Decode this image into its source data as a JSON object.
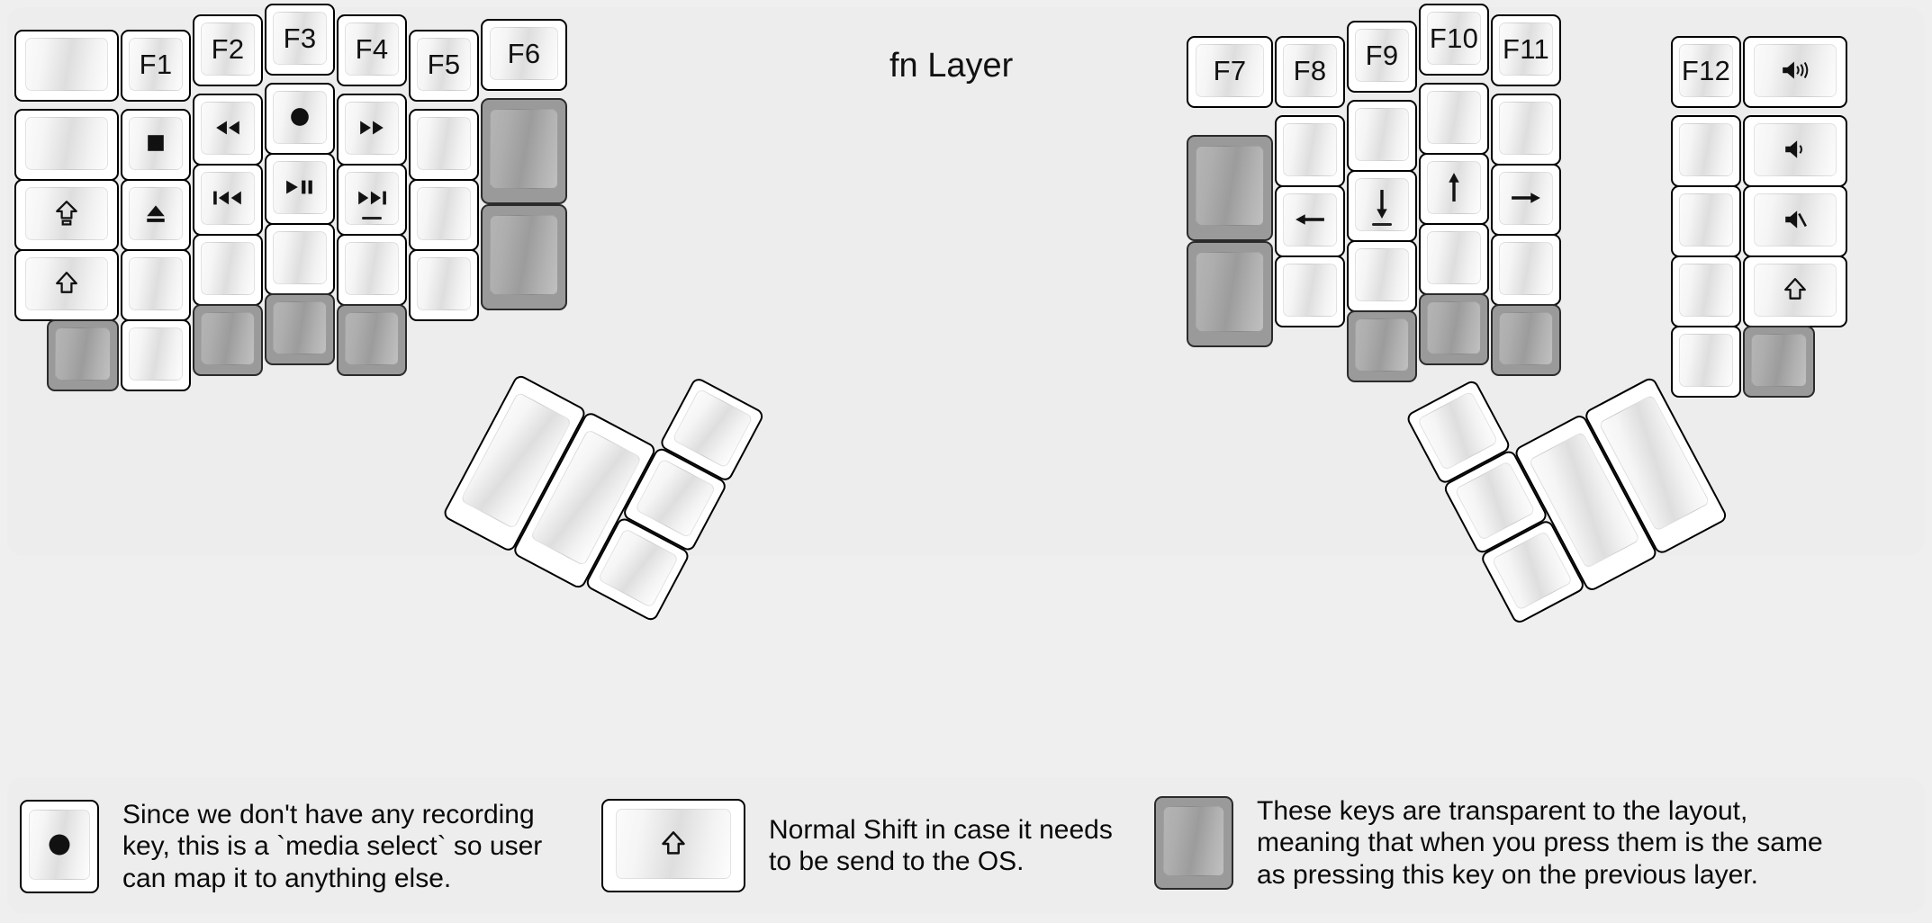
{
  "title": "fn Layer",
  "colors": {
    "background": "#efefef",
    "panel": "#ededed",
    "key_face": "#ffffff",
    "key_border": "#000000",
    "transparent_key": "#9a9a9a"
  },
  "keyboard": {
    "name": "split-ergonomic-keyboard",
    "left_half": {
      "columns": [
        {
          "name": "col-outer-left",
          "keys": [
            {
              "label": "",
              "icon": "",
              "type": "blank"
            },
            {
              "label": "",
              "icon": "",
              "type": "blank"
            },
            {
              "label": "",
              "icon": "caps-lock-shift-icon",
              "type": "glyph"
            },
            {
              "label": "",
              "icon": "shift-icon",
              "type": "glyph"
            },
            {
              "label": "",
              "icon": "",
              "type": "transparent"
            }
          ]
        },
        {
          "name": "col-f1",
          "keys": [
            {
              "label": "F1",
              "icon": "",
              "type": "text"
            },
            {
              "label": "",
              "icon": "media-stop-icon",
              "type": "glyph"
            },
            {
              "label": "",
              "icon": "eject-icon",
              "type": "glyph"
            },
            {
              "label": "",
              "icon": "",
              "type": "blank"
            },
            {
              "label": "",
              "icon": "",
              "type": "blank"
            }
          ]
        },
        {
          "name": "col-f2",
          "keys": [
            {
              "label": "F2",
              "icon": "",
              "type": "text"
            },
            {
              "label": "",
              "icon": "rewind-icon",
              "type": "glyph"
            },
            {
              "label": "",
              "icon": "previous-track-icon",
              "type": "glyph"
            },
            {
              "label": "",
              "icon": "",
              "type": "blank"
            },
            {
              "label": "",
              "icon": "",
              "type": "transparent"
            }
          ]
        },
        {
          "name": "col-f3",
          "keys": [
            {
              "label": "F3",
              "icon": "",
              "type": "text"
            },
            {
              "label": "",
              "icon": "record-icon",
              "type": "glyph"
            },
            {
              "label": "",
              "icon": "play-pause-icon",
              "type": "glyph"
            },
            {
              "label": "",
              "icon": "",
              "type": "blank"
            },
            {
              "label": "",
              "icon": "",
              "type": "transparent"
            }
          ]
        },
        {
          "name": "col-f4",
          "keys": [
            {
              "label": "F4",
              "icon": "",
              "type": "text"
            },
            {
              "label": "",
              "icon": "fast-forward-icon",
              "type": "glyph"
            },
            {
              "label": "",
              "icon": "next-track-icon",
              "type": "glyph",
              "homing": true
            },
            {
              "label": "",
              "icon": "",
              "type": "blank"
            },
            {
              "label": "",
              "icon": "",
              "type": "transparent"
            }
          ]
        },
        {
          "name": "col-f5",
          "keys": [
            {
              "label": "F5",
              "icon": "",
              "type": "text"
            },
            {
              "label": "",
              "icon": "",
              "type": "blank"
            },
            {
              "label": "",
              "icon": "",
              "type": "blank"
            },
            {
              "label": "",
              "icon": "",
              "type": "blank"
            }
          ]
        },
        {
          "name": "col-f6",
          "keys": [
            {
              "label": "F6",
              "icon": "",
              "type": "text"
            },
            {
              "label": "",
              "icon": "",
              "type": "transparent"
            },
            {
              "label": "",
              "icon": "",
              "type": "transparent"
            }
          ]
        }
      ],
      "thumb_cluster": {
        "name": "left-thumb-cluster",
        "keys": [
          {
            "label": "",
            "type": "blank"
          },
          {
            "label": "",
            "type": "blank"
          },
          {
            "label": "",
            "type": "blank"
          },
          {
            "label": "",
            "type": "blank"
          },
          {
            "label": "",
            "type": "blank"
          }
        ]
      }
    },
    "right_half": {
      "columns": [
        {
          "name": "col-f7",
          "keys": [
            {
              "label": "F7",
              "icon": "",
              "type": "text"
            },
            {
              "label": "",
              "icon": "",
              "type": "transparent"
            },
            {
              "label": "",
              "icon": "",
              "type": "transparent"
            }
          ]
        },
        {
          "name": "col-f8",
          "keys": [
            {
              "label": "F8",
              "icon": "",
              "type": "text"
            },
            {
              "label": "",
              "icon": "",
              "type": "blank"
            },
            {
              "label": "",
              "icon": "arrow-left-icon",
              "type": "glyph"
            },
            {
              "label": "",
              "icon": "",
              "type": "blank"
            }
          ]
        },
        {
          "name": "col-f9",
          "keys": [
            {
              "label": "F9",
              "icon": "",
              "type": "text"
            },
            {
              "label": "",
              "icon": "",
              "type": "blank"
            },
            {
              "label": "",
              "icon": "arrow-down-icon",
              "type": "glyph",
              "homing": true
            },
            {
              "label": "",
              "icon": "",
              "type": "blank"
            },
            {
              "label": "",
              "icon": "",
              "type": "transparent"
            }
          ]
        },
        {
          "name": "col-f10",
          "keys": [
            {
              "label": "F10",
              "icon": "",
              "type": "text"
            },
            {
              "label": "",
              "icon": "",
              "type": "blank"
            },
            {
              "label": "",
              "icon": "arrow-up-icon",
              "type": "glyph"
            },
            {
              "label": "",
              "icon": "",
              "type": "blank"
            },
            {
              "label": "",
              "icon": "",
              "type": "transparent"
            }
          ]
        },
        {
          "name": "col-f11",
          "keys": [
            {
              "label": "F11",
              "icon": "",
              "type": "text"
            },
            {
              "label": "",
              "icon": "",
              "type": "blank"
            },
            {
              "label": "",
              "icon": "arrow-right-icon",
              "type": "glyph"
            },
            {
              "label": "",
              "icon": "",
              "type": "blank"
            },
            {
              "label": "",
              "icon": "",
              "type": "transparent"
            }
          ]
        },
        {
          "name": "col-f12",
          "keys": [
            {
              "label": "F12",
              "icon": "",
              "type": "text"
            },
            {
              "label": "",
              "icon": "",
              "type": "blank"
            },
            {
              "label": "",
              "icon": "",
              "type": "blank"
            },
            {
              "label": "",
              "icon": "",
              "type": "blank"
            },
            {
              "label": "",
              "icon": "",
              "type": "blank"
            }
          ]
        },
        {
          "name": "col-outer-right",
          "keys": [
            {
              "label": "",
              "icon": "volume-up-icon",
              "type": "glyph"
            },
            {
              "label": "",
              "icon": "volume-down-icon",
              "type": "glyph"
            },
            {
              "label": "",
              "icon": "volume-mute-icon",
              "type": "glyph"
            },
            {
              "label": "",
              "icon": "shift-icon",
              "type": "glyph"
            },
            {
              "label": "",
              "icon": "",
              "type": "transparent"
            }
          ]
        }
      ],
      "thumb_cluster": {
        "name": "right-thumb-cluster",
        "keys": [
          {
            "label": "",
            "type": "blank"
          },
          {
            "label": "",
            "type": "blank"
          },
          {
            "label": "",
            "type": "blank"
          },
          {
            "label": "",
            "type": "blank"
          },
          {
            "label": "",
            "type": "blank"
          }
        ]
      }
    }
  },
  "legend_items": [
    {
      "icon": "record-icon",
      "key_style": "normal",
      "text": "Since we don't have any recording\nkey, this is a `media select` so user\ncan map it to anything else."
    },
    {
      "icon": "shift-icon",
      "key_style": "normal",
      "text": "Normal Shift in case it needs\nto be send to the OS."
    },
    {
      "icon": "",
      "key_style": "transparent",
      "text": "These keys are transparent to the layout,\nmeaning that when you press them is the same\nas pressing this key on the previous layer."
    }
  ]
}
